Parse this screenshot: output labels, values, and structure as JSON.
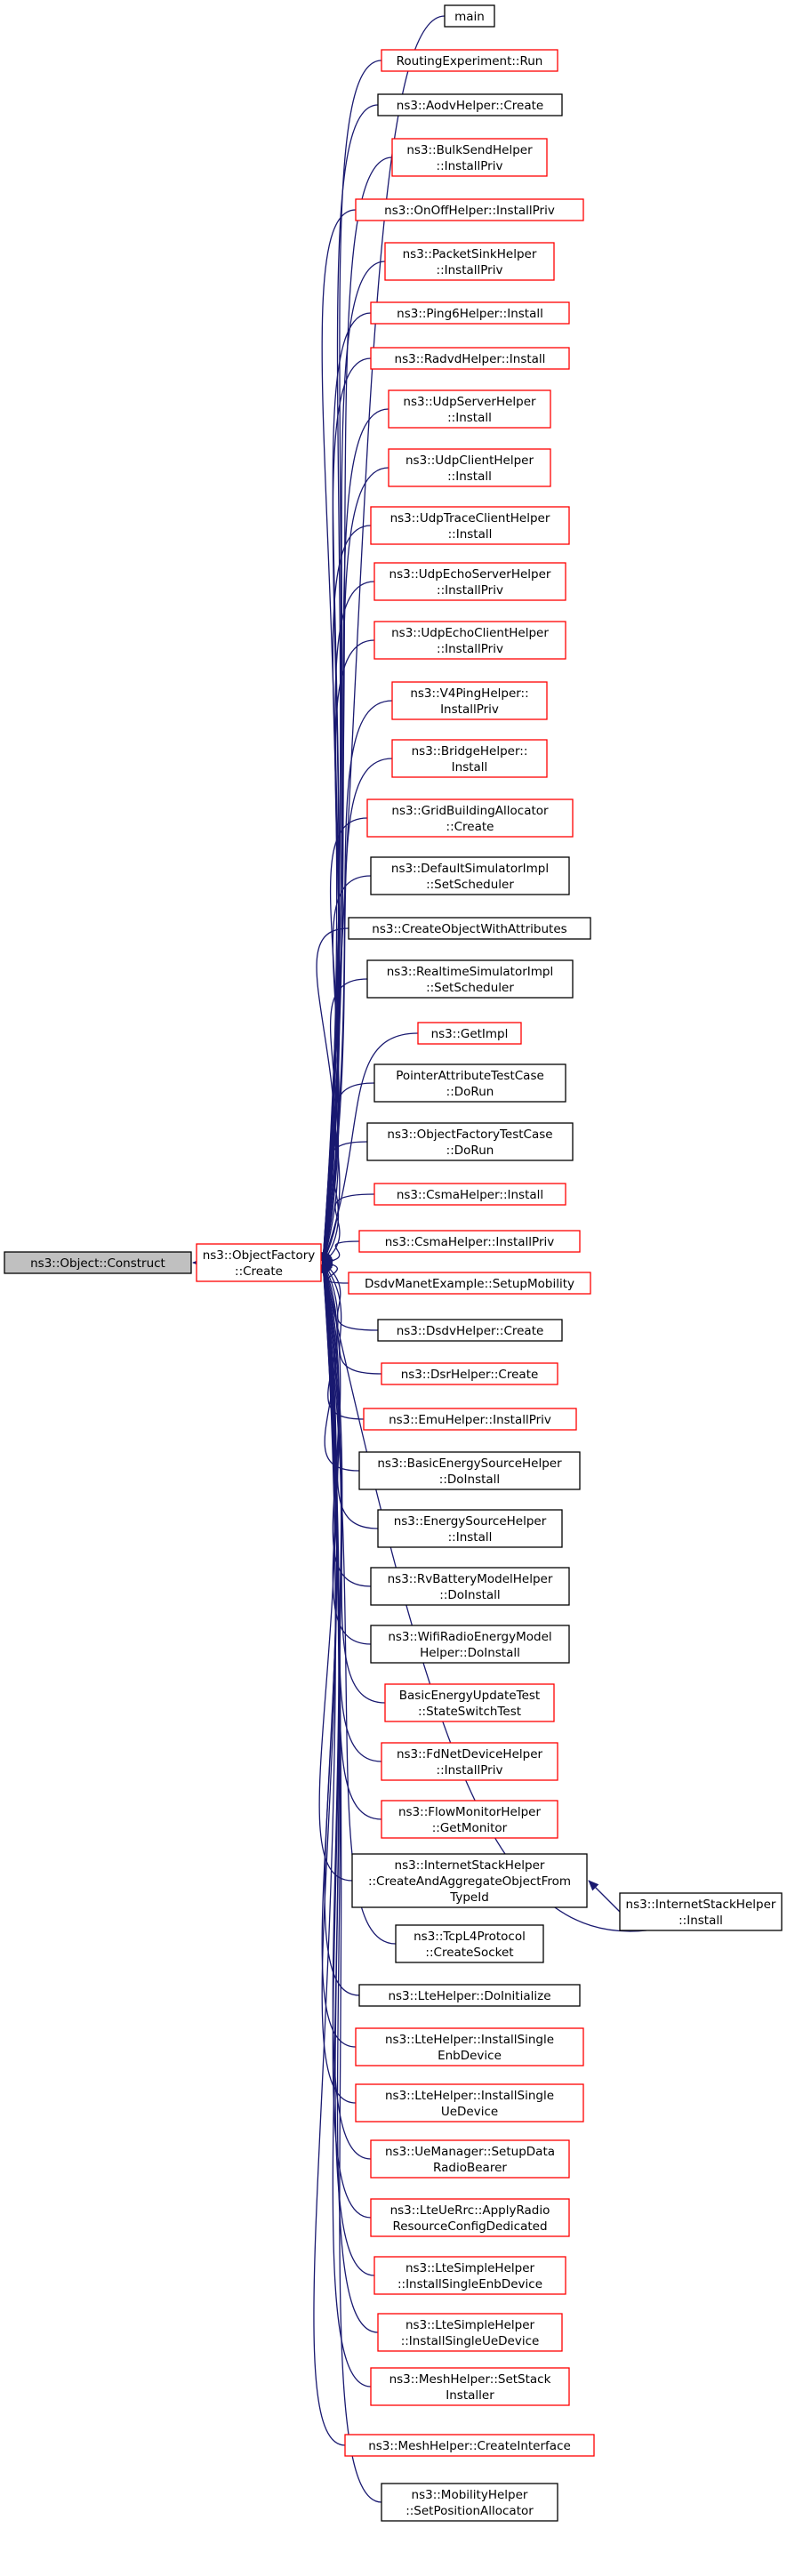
{
  "root": {
    "label": [
      "ns3::Object::Construct"
    ],
    "border": "#000000",
    "fill": "#c0c0c0"
  },
  "center": {
    "label": [
      "ns3::ObjectFactory",
      "::Create"
    ],
    "border": "#ff0000"
  },
  "side": {
    "label": [
      "ns3::InternetStackHelper",
      "::Install"
    ],
    "border": "#000000"
  },
  "callers": [
    {
      "label": [
        "main"
      ],
      "border": "#000000"
    },
    {
      "label": [
        "RoutingExperiment::Run"
      ],
      "border": "#ff0000"
    },
    {
      "label": [
        "ns3::AodvHelper::Create"
      ],
      "border": "#000000"
    },
    {
      "label": [
        "ns3::BulkSendHelper",
        "::InstallPriv"
      ],
      "border": "#ff0000"
    },
    {
      "label": [
        "ns3::OnOffHelper::InstallPriv"
      ],
      "border": "#ff0000"
    },
    {
      "label": [
        "ns3::PacketSinkHelper",
        "::InstallPriv"
      ],
      "border": "#ff0000"
    },
    {
      "label": [
        "ns3::Ping6Helper::Install"
      ],
      "border": "#ff0000"
    },
    {
      "label": [
        "ns3::RadvdHelper::Install"
      ],
      "border": "#ff0000"
    },
    {
      "label": [
        "ns3::UdpServerHelper",
        "::Install"
      ],
      "border": "#ff0000"
    },
    {
      "label": [
        "ns3::UdpClientHelper",
        "::Install"
      ],
      "border": "#ff0000"
    },
    {
      "label": [
        "ns3::UdpTraceClientHelper",
        "::Install"
      ],
      "border": "#ff0000"
    },
    {
      "label": [
        "ns3::UdpEchoServerHelper",
        "::InstallPriv"
      ],
      "border": "#ff0000"
    },
    {
      "label": [
        "ns3::UdpEchoClientHelper",
        "::InstallPriv"
      ],
      "border": "#ff0000"
    },
    {
      "label": [
        "ns3::V4PingHelper::",
        "InstallPriv"
      ],
      "border": "#ff0000"
    },
    {
      "label": [
        "ns3::BridgeHelper::",
        "Install"
      ],
      "border": "#ff0000"
    },
    {
      "label": [
        "ns3::GridBuildingAllocator",
        "::Create"
      ],
      "border": "#ff0000"
    },
    {
      "label": [
        "ns3::DefaultSimulatorImpl",
        "::SetScheduler"
      ],
      "border": "#000000"
    },
    {
      "label": [
        "ns3::CreateObjectWithAttributes"
      ],
      "border": "#000000"
    },
    {
      "label": [
        "ns3::RealtimeSimulatorImpl",
        "::SetScheduler"
      ],
      "border": "#000000"
    },
    {
      "label": [
        "ns3::GetImpl"
      ],
      "border": "#ff0000"
    },
    {
      "label": [
        "PointerAttributeTestCase",
        "::DoRun"
      ],
      "border": "#000000"
    },
    {
      "label": [
        "ns3::ObjectFactoryTestCase",
        "::DoRun"
      ],
      "border": "#000000"
    },
    {
      "label": [
        "ns3::CsmaHelper::Install"
      ],
      "border": "#ff0000"
    },
    {
      "label": [
        "ns3::CsmaHelper::InstallPriv"
      ],
      "border": "#ff0000"
    },
    {
      "label": [
        "DsdvManetExample::SetupMobility"
      ],
      "border": "#ff0000"
    },
    {
      "label": [
        "ns3::DsdvHelper::Create"
      ],
      "border": "#000000"
    },
    {
      "label": [
        "ns3::DsrHelper::Create"
      ],
      "border": "#ff0000"
    },
    {
      "label": [
        "ns3::EmuHelper::InstallPriv"
      ],
      "border": "#ff0000"
    },
    {
      "label": [
        "ns3::BasicEnergySourceHelper",
        "::DoInstall"
      ],
      "border": "#000000"
    },
    {
      "label": [
        "ns3::EnergySourceHelper",
        "::Install"
      ],
      "border": "#000000"
    },
    {
      "label": [
        "ns3::RvBatteryModelHelper",
        "::DoInstall"
      ],
      "border": "#000000"
    },
    {
      "label": [
        "ns3::WifiRadioEnergyModel",
        "Helper::DoInstall"
      ],
      "border": "#000000"
    },
    {
      "label": [
        "BasicEnergyUpdateTest",
        "::StateSwitchTest"
      ],
      "border": "#ff0000"
    },
    {
      "label": [
        "ns3::FdNetDeviceHelper",
        "::InstallPriv"
      ],
      "border": "#ff0000"
    },
    {
      "label": [
        "ns3::FlowMonitorHelper",
        "::GetMonitor"
      ],
      "border": "#ff0000"
    },
    {
      "label": [
        "ns3::InternetStackHelper",
        "::CreateAndAggregateObjectFrom",
        "TypeId"
      ],
      "border": "#000000"
    },
    {
      "label": [
        "ns3::TcpL4Protocol",
        "::CreateSocket"
      ],
      "border": "#000000"
    },
    {
      "label": [
        "ns3::LteHelper::DoInitialize"
      ],
      "border": "#000000"
    },
    {
      "label": [
        "ns3::LteHelper::InstallSingle",
        "EnbDevice"
      ],
      "border": "#ff0000"
    },
    {
      "label": [
        "ns3::LteHelper::InstallSingle",
        "UeDevice"
      ],
      "border": "#ff0000"
    },
    {
      "label": [
        "ns3::UeManager::SetupData",
        "RadioBearer"
      ],
      "border": "#ff0000"
    },
    {
      "label": [
        "ns3::LteUeRrc::ApplyRadio",
        "ResourceConfigDedicated"
      ],
      "border": "#ff0000"
    },
    {
      "label": [
        "ns3::LteSimpleHelper",
        "::InstallSingleEnbDevice"
      ],
      "border": "#ff0000"
    },
    {
      "label": [
        "ns3::LteSimpleHelper",
        "::InstallSingleUeDevice"
      ],
      "border": "#ff0000"
    },
    {
      "label": [
        "ns3::MeshHelper::SetStack",
        "Installer"
      ],
      "border": "#ff0000"
    },
    {
      "label": [
        "ns3::MeshHelper::CreateInterface"
      ],
      "border": "#ff0000"
    },
    {
      "label": [
        "ns3::MobilityHelper",
        "::SetPositionAllocator"
      ],
      "border": "#000000"
    }
  ],
  "colors": {
    "edge": "#191970",
    "text": "#000000",
    "background": "#ffffff"
  }
}
